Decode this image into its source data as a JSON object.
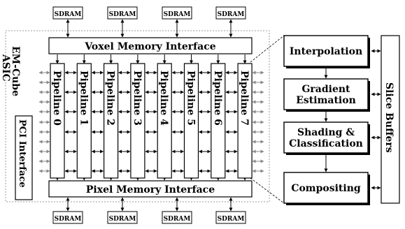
{
  "sdram_top": [
    "SDRAM",
    "SDRAM",
    "SDRAM",
    "SDRAM"
  ],
  "sdram_bottom": [
    "SDRAM",
    "SDRAM",
    "SDRAM",
    "SDRAM"
  ],
  "asic_title": [
    "EM-Cube",
    "ASIC"
  ],
  "voxel_interface": "Voxel Memory Interface",
  "pixel_interface": "Pixel Memory Interface",
  "pci_interface": "PCI Interface",
  "pipelines": [
    "Pipeline 0",
    "Pipeline 1",
    "Pipeline 2",
    "Pipeline 3",
    "Pipeline 4",
    "Pipeline 5",
    "Pipeline 6",
    "Pipeline 7"
  ],
  "stages": [
    {
      "lines": [
        "Interpolation"
      ]
    },
    {
      "lines": [
        "Gradient",
        "Estimation"
      ]
    },
    {
      "lines": [
        "Shading &",
        "Classification"
      ]
    },
    {
      "lines": [
        "Compositing"
      ]
    }
  ],
  "slice_buffers": "Slice Buffers"
}
